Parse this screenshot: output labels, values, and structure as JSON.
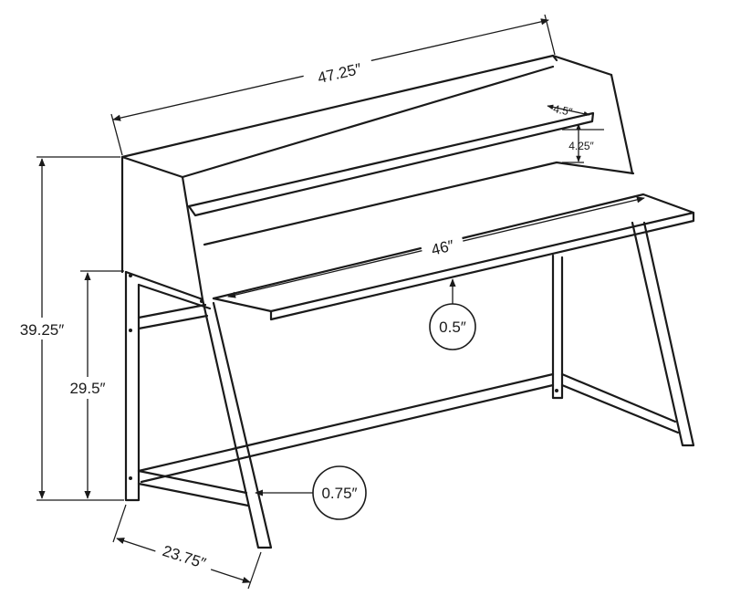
{
  "dimensions": {
    "overall_width": "47.25″",
    "desk_width": "46″",
    "overall_height": "39.25″",
    "desk_height": "29.5″",
    "depth": "23.75″",
    "shelf_depth": "4.5″",
    "shelf_height": "4.25″",
    "top_thickness": "0.5″",
    "leg_thickness": "0.75″"
  }
}
